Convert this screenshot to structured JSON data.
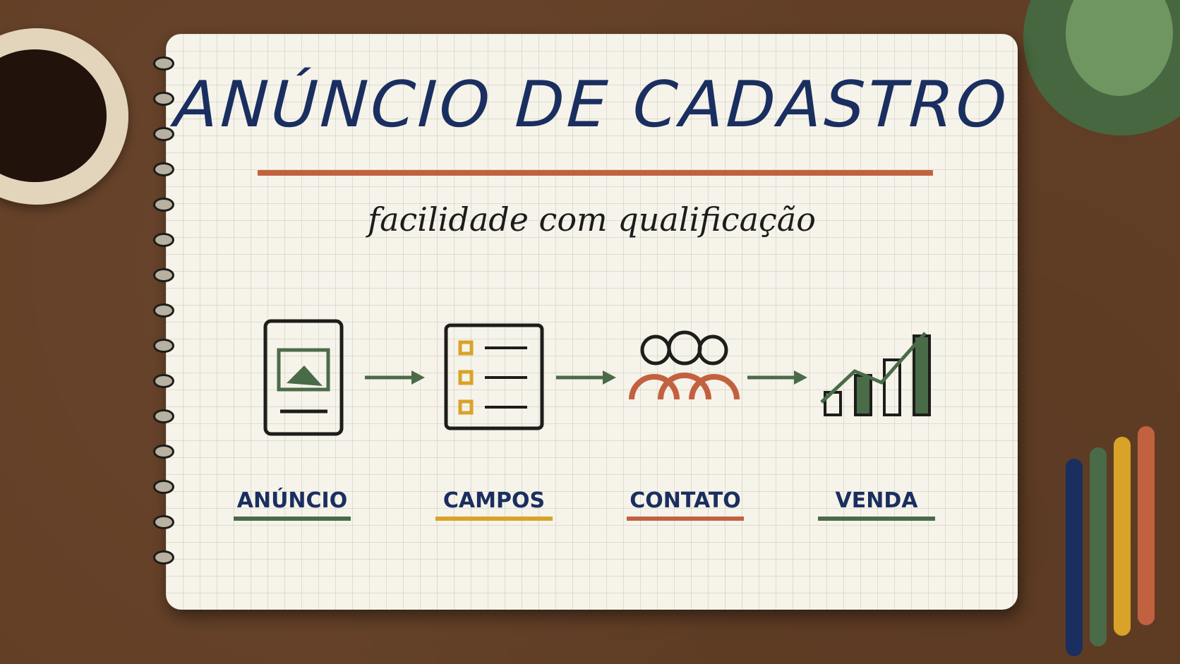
{
  "title": "ANÚNCIO DE CADASTRO",
  "subtitle": "facilidade com qualificação",
  "steps": [
    {
      "label": "ANÚNCIO",
      "icon": "ad-tablet-icon",
      "underline_color": "#4a6b48"
    },
    {
      "label": "CAMPOS",
      "icon": "form-fields-icon",
      "underline_color": "#d8a328"
    },
    {
      "label": "CONTATO",
      "icon": "people-icon",
      "underline_color": "#c2613f"
    },
    {
      "label": "VENDA",
      "icon": "growth-chart-icon",
      "underline_color": "#4a6b48"
    }
  ],
  "colors": {
    "navy": "#1a2f60",
    "green": "#4a6b48",
    "mustard": "#d8a328",
    "terracotta": "#c2613f",
    "ink": "#1d1d1a",
    "paper": "#f6f3ea",
    "desk": "#633f26"
  },
  "pencils": [
    "#1a2f60",
    "#4a6b48",
    "#d8a328",
    "#c2613f"
  ]
}
